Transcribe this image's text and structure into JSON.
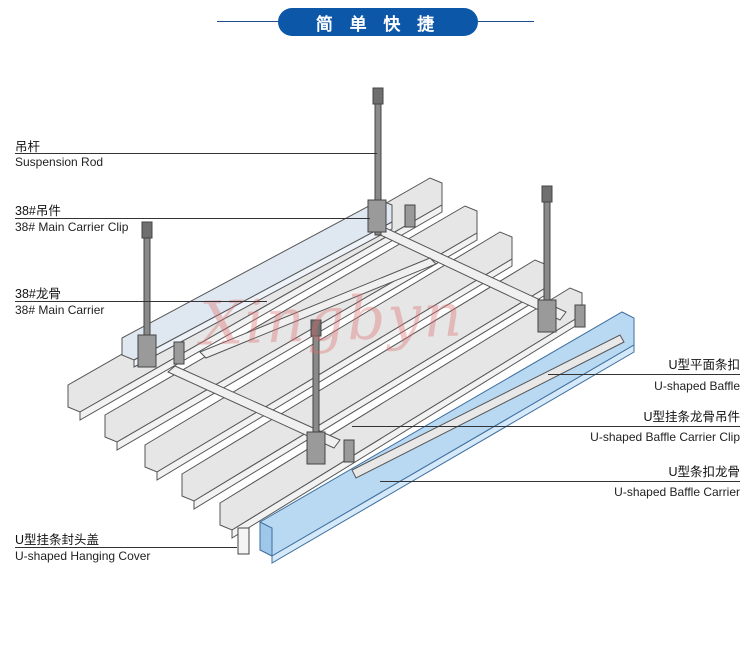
{
  "title": "简 单 快 捷",
  "watermark": "Xingbyn",
  "colors": {
    "accent": "#0d57a8",
    "baffle_blue": "#b9d8f2",
    "metal": "#e2e2e2"
  },
  "labels": {
    "suspension_rod": {
      "zh": "吊杆",
      "en": "Suspension Rod"
    },
    "main_carrier_clip": {
      "zh": "38#吊件",
      "en": "38# Main Carrier Clip"
    },
    "main_carrier": {
      "zh": "38#龙骨",
      "en": "38#  Main Carrier"
    },
    "baffle": {
      "zh": "U型平面条扣",
      "en": "U-shaped Baffle"
    },
    "baffle_carrier_clip": {
      "zh": "U型挂条龙骨吊件",
      "en": "U-shaped Baffle Carrier Clip"
    },
    "baffle_carrier": {
      "zh": "U型条扣龙骨",
      "en": "U-shaped Baffle Carrier"
    },
    "hanging_cover": {
      "zh": "U型挂条封头盖",
      "en": "U-shaped Hanging Cover"
    }
  }
}
